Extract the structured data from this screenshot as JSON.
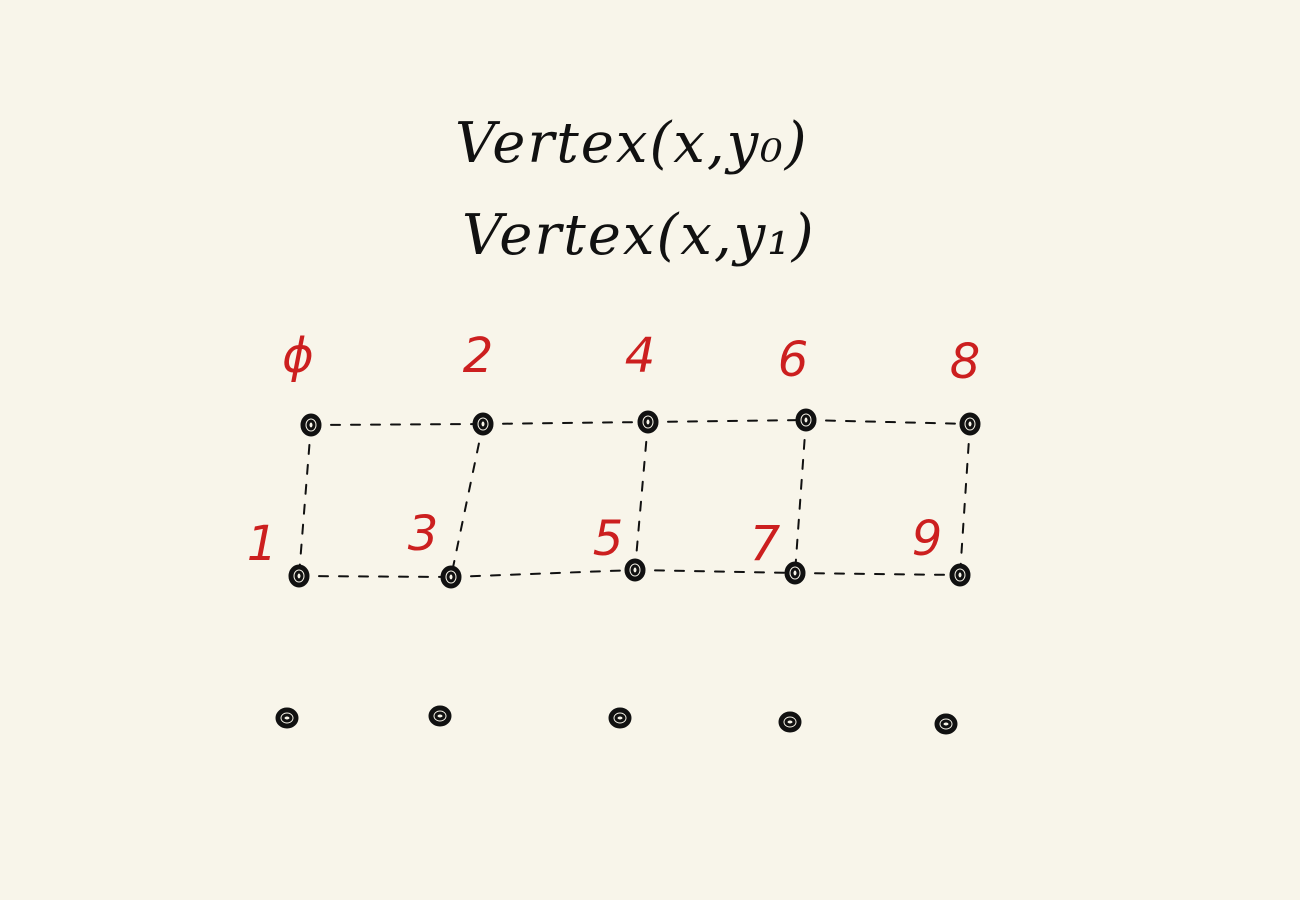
{
  "colors": {
    "background": "#f8f5ea",
    "ink": "#111111",
    "label": "#cc1f1f"
  },
  "formulas": [
    {
      "text": "Vertex(x,y₀)"
    },
    {
      "text": "Vertex(x,y₁)"
    }
  ],
  "vertices": [
    {
      "label": "ϕ"
    },
    {
      "label": "1"
    },
    {
      "label": "2"
    },
    {
      "label": "3"
    },
    {
      "label": "4"
    },
    {
      "label": "5"
    },
    {
      "label": "6"
    },
    {
      "label": "7"
    },
    {
      "label": "8"
    },
    {
      "label": "9"
    }
  ],
  "edges": [
    [
      0,
      2
    ],
    [
      2,
      4
    ],
    [
      4,
      6
    ],
    [
      6,
      8
    ],
    [
      1,
      3
    ],
    [
      3,
      5
    ],
    [
      5,
      7
    ],
    [
      7,
      9
    ],
    [
      0,
      1
    ],
    [
      2,
      3
    ],
    [
      4,
      5
    ],
    [
      6,
      7
    ],
    [
      8,
      9
    ]
  ],
  "extra_points_count": 5
}
